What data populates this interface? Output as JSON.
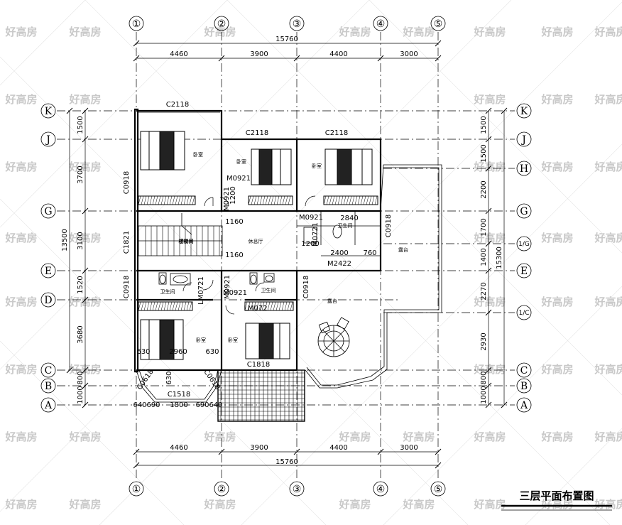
{
  "title": "三层平面布置图",
  "watermark": "好高房",
  "axes_vertical": [
    "①",
    "②",
    "③",
    "④",
    "⑤"
  ],
  "axes_horizontal_left": [
    "K",
    "J",
    "G",
    "E",
    "D",
    "C",
    "B",
    "A"
  ],
  "axes_horizontal_right": [
    "K",
    "J",
    "H",
    "G",
    "1/G",
    "E",
    "1/C",
    "C",
    "B",
    "A"
  ],
  "dims_top": {
    "total": "15760",
    "spans": [
      "4460",
      "3900",
      "4400",
      "3000"
    ]
  },
  "dims_bottom": {
    "total": "15760",
    "spans": [
      "4460",
      "3900",
      "4400",
      "3000"
    ]
  },
  "dims_left": {
    "total": "13500",
    "spans": [
      "1500",
      "3700",
      "3100",
      "1520",
      "3680",
      "800",
      "1000"
    ]
  },
  "dims_right": {
    "total": "15300",
    "spans": [
      "1500",
      "1500",
      "2200",
      "1700",
      "1400",
      "2270",
      "2930",
      "800",
      "1000"
    ]
  },
  "rooms": {
    "bedroom": "卧室",
    "stair": "楼梯间",
    "lounge": "休息厅",
    "bath": "卫生间",
    "terrace": "露台"
  },
  "labels": {
    "c2118": "C2118",
    "c0918": "C0918",
    "c1821": "C1821",
    "c1818": "C1818",
    "c1518": "C1518",
    "c0618": "C0618",
    "m0921": "M0921",
    "m0721": "M0721",
    "m2422": "M2422",
    "lm0721": "LM0721",
    "lm072": "LM072",
    "d1200": "1200",
    "d1160": "1160",
    "d2840": "2840",
    "d2400": "2400",
    "d760": "760",
    "d2960": "2960",
    "d630": "630",
    "d640": "640",
    "d690": "690",
    "d1800": "1800"
  }
}
